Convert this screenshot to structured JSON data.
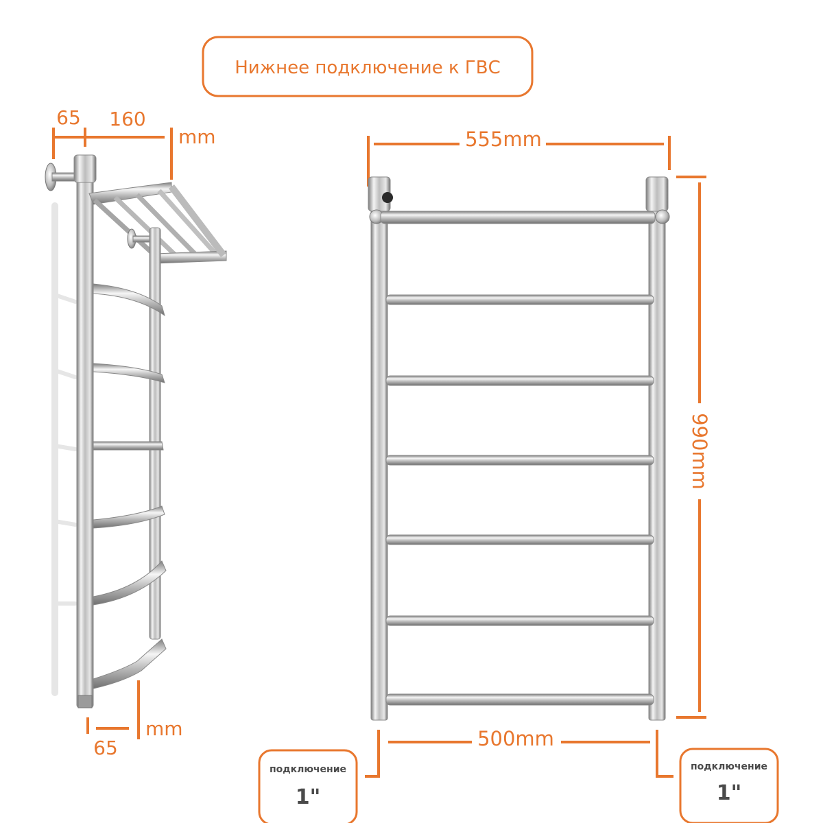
{
  "title": "Нижнее подключение к ГВС",
  "side_view": {
    "top_dim_a": "65",
    "top_dim_b": "160",
    "top_unit": "mm",
    "bottom_dim": "65",
    "bottom_unit": "mm"
  },
  "front_view": {
    "width_top": "555mm",
    "width_bottom": "500mm",
    "height": "990mm"
  },
  "connections": [
    {
      "label": "подключение",
      "size": "1\""
    },
    {
      "label": "подключение",
      "size": "1\""
    }
  ],
  "colors": {
    "accent": "#e8772e",
    "text_dark": "#4a4a4a",
    "chrome": "#c8c8c8"
  }
}
